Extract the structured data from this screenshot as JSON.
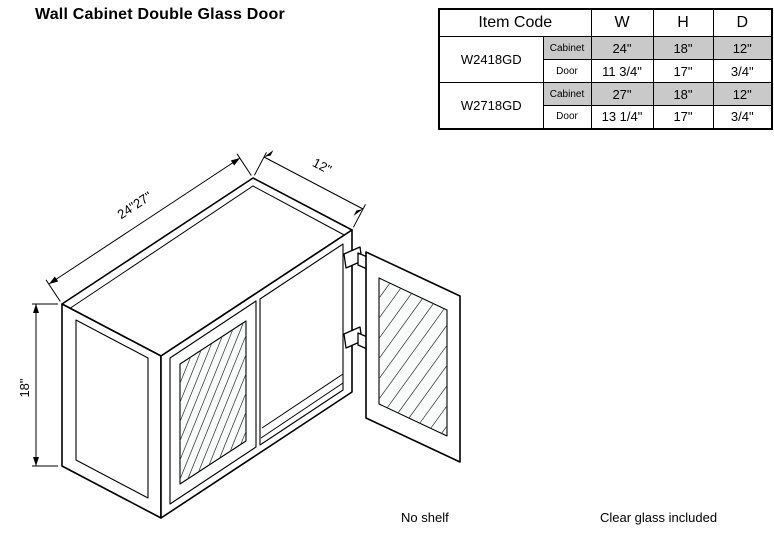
{
  "page": {
    "title": "Wall Cabinet Double Glass Door",
    "note_left": "No shelf",
    "note_right": "Clear glass included"
  },
  "spec_table": {
    "header": {
      "item_code": "Item Code",
      "w": "W",
      "h": "H",
      "d": "D"
    },
    "rows": [
      {
        "code": "W2418GD",
        "subrows": [
          {
            "label": "Cabinet",
            "w": "24\"",
            "h": "18\"",
            "d": "12\""
          },
          {
            "label": "Door",
            "w": "11 3/4\"",
            "h": "17\"",
            "d": "3/4\""
          }
        ]
      },
      {
        "code": "W2718GD",
        "subrows": [
          {
            "label": "Cabinet",
            "w": "27\"",
            "h": "18\"",
            "d": "12\""
          },
          {
            "label": "Door",
            "w": "13 1/4\"",
            "h": "17\"",
            "d": "3/4\""
          }
        ]
      }
    ]
  },
  "drawing": {
    "dim_width": "24\"27\"",
    "dim_depth": "12\"",
    "dim_height": "18\""
  },
  "colors": {
    "line": "#000000",
    "table_shade": "#c9c9c9"
  }
}
